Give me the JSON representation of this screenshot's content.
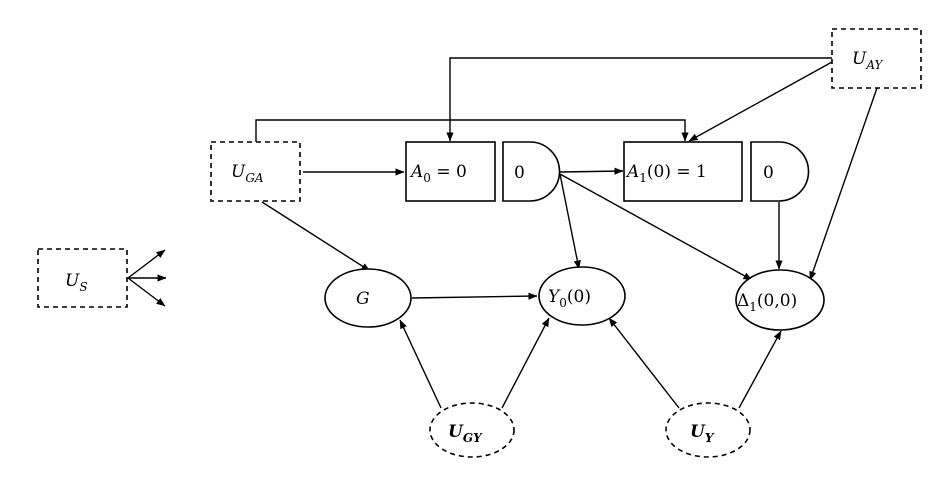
{
  "nodes": {
    "u_s": {
      "main": "U",
      "sub": "S"
    },
    "u_ga": {
      "main": "U",
      "sub": "GA"
    },
    "u_ay": {
      "main": "U",
      "sub": "AY"
    },
    "a0": {
      "main": "A",
      "sub": "0",
      "rest": " = 0"
    },
    "a0_switch": "0",
    "a1": {
      "main": "A",
      "sub": "1",
      "rest": "(0) = 1"
    },
    "a1_switch": "0",
    "g": "G",
    "y0": {
      "main": "Y",
      "sub": "0",
      "rest": "(0)"
    },
    "delta1": {
      "main": "Δ",
      "sub": "1",
      "rest": "(0,0)"
    },
    "u_gy": {
      "main": "U",
      "sub": "GY"
    },
    "u_y": {
      "main": "U",
      "sub": "Y"
    }
  }
}
